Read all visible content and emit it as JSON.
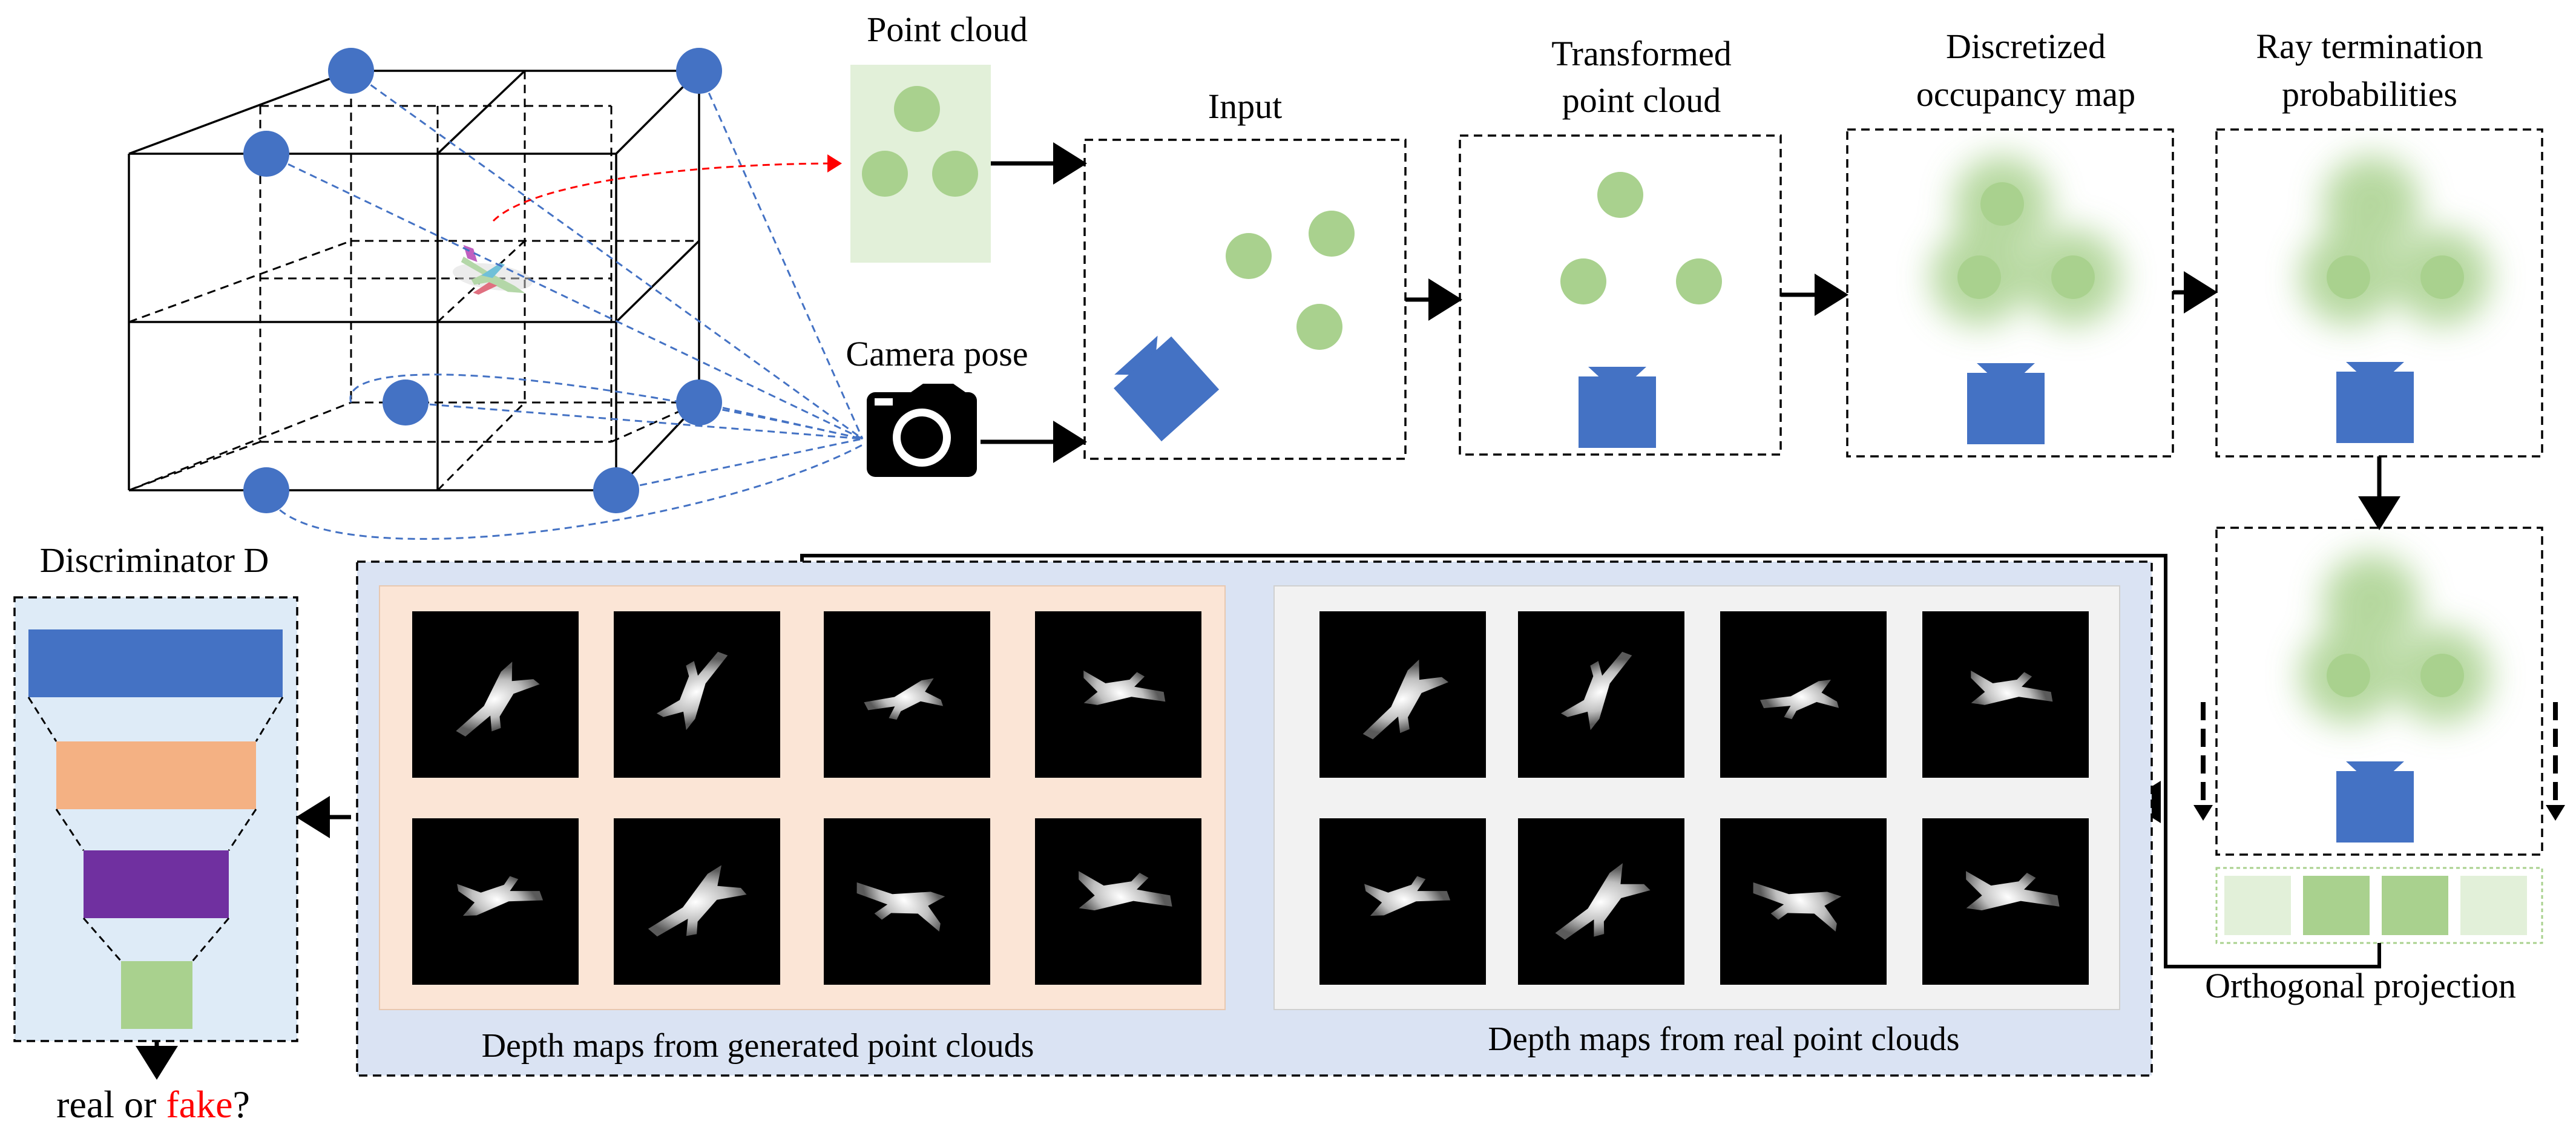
{
  "labels": {
    "point_cloud": "Point cloud",
    "camera_pose": "Camera pose",
    "input": "Input",
    "transformed_line1": "Transformed",
    "transformed_line2": "point cloud",
    "discretized_line1": "Discretized",
    "discretized_line2": "occupancy map",
    "ray_line1": "Ray termination",
    "ray_line2": "probabilities",
    "orthogonal_projection": "Orthogonal projection",
    "discriminator": "Discriminator D",
    "generated_caption": "Depth maps from generated point clouds",
    "real_caption": "Depth maps from real point clouds",
    "real_or": "real or ",
    "fake": "fake",
    "question": "?"
  },
  "colors": {
    "blue_node": "#4472c4",
    "green_point": "#a9d18e",
    "green_light_panel": "#e2f0d9",
    "blue_panel": "#dae3f3",
    "peach_panel": "#fbe5d6",
    "gray_panel": "#f2f2f2",
    "discriminator_bg": "#deebf7",
    "disc_blue": "#4472c4",
    "disc_orange": "#f4b183",
    "disc_purple": "#7030a0",
    "disc_green": "#a9d18e",
    "fake_red": "#ff0000",
    "ray_red": "#ff0000",
    "ray_blue": "#4472c4"
  },
  "icons": [
    "camera-icon",
    "airplane-icon",
    "projector-icon"
  ]
}
